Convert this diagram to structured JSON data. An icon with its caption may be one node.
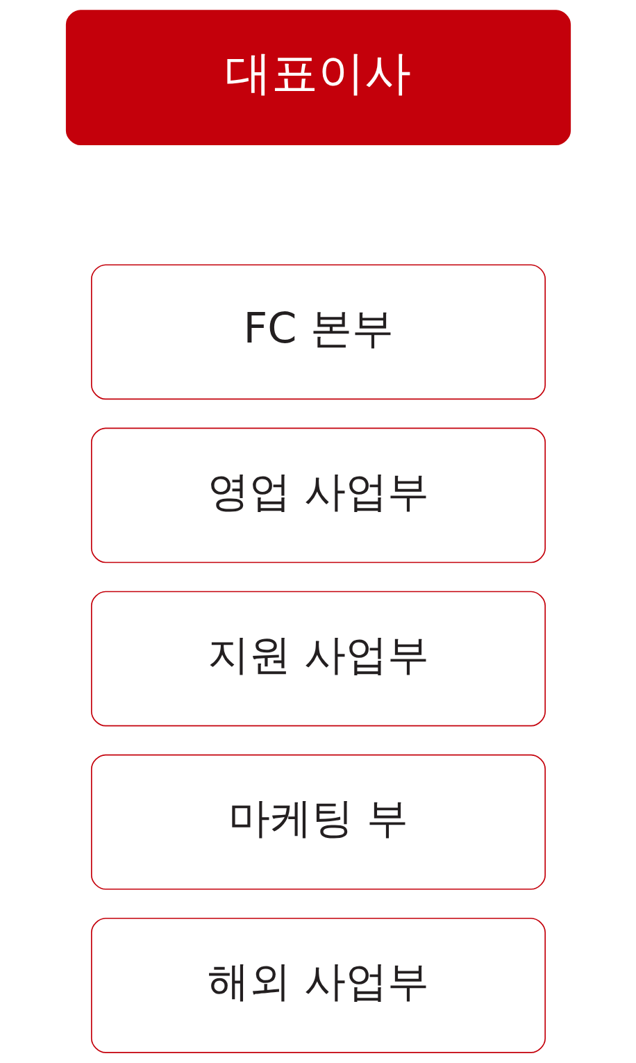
{
  "diagram": {
    "nodes": [
      {
        "text": [
          "대표이사"
        ]
      },
      {
        "text": [
          "FC 본부"
        ]
      },
      {
        "text": [
          "영업 사업부"
        ]
      },
      {
        "text": [
          "지원 사업부"
        ]
      },
      {
        "text": [
          "마케팅 부"
        ]
      },
      {
        "text": [
          "해외 사업부"
        ]
      }
    ]
  }
}
